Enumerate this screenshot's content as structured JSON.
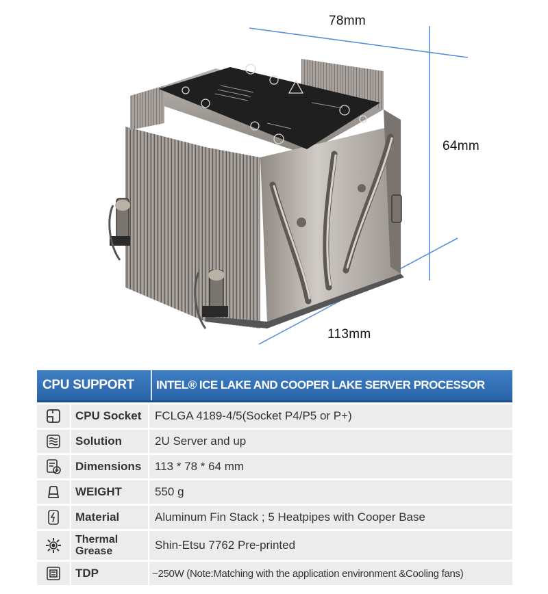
{
  "photo": {
    "dimensions": {
      "width": "113mm",
      "depth": "78mm",
      "height": "64mm"
    }
  },
  "spec": {
    "header": {
      "left": "CPU SUPPORT",
      "right": "INTEL® ICE LAKE AND COOPER LAKE SERVER PROCESSOR"
    },
    "rows": [
      {
        "icon": "cpu-socket-icon",
        "label": "CPU Socket",
        "value": "FCLGA 4189-4/5(Socket P4/P5 or P+)"
      },
      {
        "icon": "solution-icon",
        "label": "Solution",
        "value": "2U Server and up"
      },
      {
        "icon": "dimensions-icon",
        "label": "Dimensions",
        "value": "113 * 78 * 64 mm"
      },
      {
        "icon": "weight-icon",
        "label": "WEIGHT",
        "value": "550 g"
      },
      {
        "icon": "material-icon",
        "label": "Material",
        "value": "Aluminum Fin Stack ; 5 Heatpipes with Cooper Base"
      },
      {
        "icon": "thermal-grease-icon",
        "label": "Thermal Grease",
        "value": "Shin-Etsu 7762 Pre-printed"
      },
      {
        "icon": "tdp-icon",
        "label": "TDP",
        "value": "~250W (Note:Matching with the application environment &Cooling fans)"
      }
    ]
  }
}
